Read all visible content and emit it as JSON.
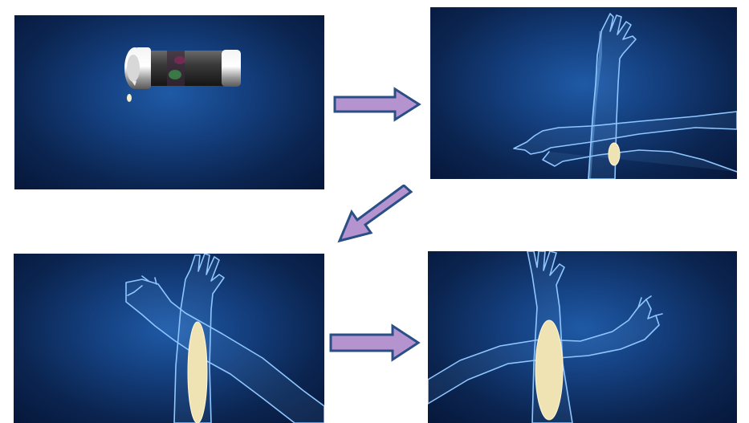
{
  "colors": {
    "arrow_fill": "#b493cf",
    "arrow_stroke": "#2a4f86",
    "panel_center": "#1f5aa6",
    "panel_edge": "#06173a",
    "cream": "#efe3b4",
    "skin_outline": "#8fc6ff"
  },
  "panels": [
    {
      "step": 1,
      "scene": "cream-bottle-dispensing-drop"
    },
    {
      "step": 2,
      "scene": "small-dollop-on-forearm"
    },
    {
      "step": 3,
      "scene": "cream-spread-along-forearm"
    },
    {
      "step": 4,
      "scene": "cream-covering-forearm"
    }
  ],
  "arrows": [
    {
      "from": 1,
      "to": 2,
      "direction": "right"
    },
    {
      "from": 2,
      "to": 3,
      "direction": "down-left"
    },
    {
      "from": 3,
      "to": 4,
      "direction": "right"
    }
  ]
}
